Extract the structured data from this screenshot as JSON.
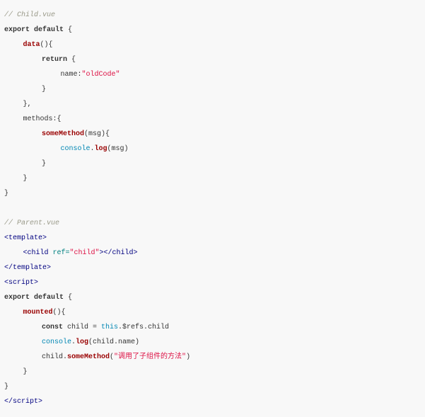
{
  "code": {
    "lines": [
      {
        "indent": 0,
        "tokens": [
          {
            "t": "// Child.vue",
            "c": "cm"
          }
        ]
      },
      {
        "indent": 0,
        "tokens": [
          {
            "t": "export default",
            "c": "kw"
          },
          {
            "t": " {",
            "c": "tx"
          }
        ]
      },
      {
        "indent": 1,
        "tokens": [
          {
            "t": "data",
            "c": "fn"
          },
          {
            "t": "(){",
            "c": "tx"
          }
        ]
      },
      {
        "indent": 2,
        "tokens": [
          {
            "t": "return",
            "c": "kw"
          },
          {
            "t": " {",
            "c": "tx"
          }
        ]
      },
      {
        "indent": 3,
        "tokens": [
          {
            "t": "name:",
            "c": "tx"
          },
          {
            "t": "\"oldCode\"",
            "c": "str"
          }
        ]
      },
      {
        "indent": 2,
        "tokens": [
          {
            "t": "}",
            "c": "tx"
          }
        ]
      },
      {
        "indent": 1,
        "tokens": [
          {
            "t": "},",
            "c": "tx"
          }
        ]
      },
      {
        "indent": 1,
        "tokens": [
          {
            "t": "methods:{",
            "c": "tx"
          }
        ]
      },
      {
        "indent": 2,
        "tokens": [
          {
            "t": "someMethod",
            "c": "fn"
          },
          {
            "t": "(msg){",
            "c": "tx"
          }
        ]
      },
      {
        "indent": 3,
        "tokens": [
          {
            "t": "console",
            "c": "bi"
          },
          {
            "t": ".",
            "c": "tx"
          },
          {
            "t": "log",
            "c": "fn"
          },
          {
            "t": "(msg)",
            "c": "tx"
          }
        ]
      },
      {
        "indent": 2,
        "tokens": [
          {
            "t": "}",
            "c": "tx"
          }
        ]
      },
      {
        "indent": 1,
        "tokens": [
          {
            "t": "}",
            "c": "tx"
          }
        ]
      },
      {
        "indent": 0,
        "tokens": [
          {
            "t": "}",
            "c": "tx"
          }
        ]
      },
      {
        "indent": 0,
        "tokens": []
      },
      {
        "indent": 0,
        "tokens": [
          {
            "t": "// Parent.vue",
            "c": "cm"
          }
        ]
      },
      {
        "indent": 0,
        "tokens": [
          {
            "t": "<template>",
            "c": "tag"
          }
        ]
      },
      {
        "indent": 1,
        "tokens": [
          {
            "t": "<child ",
            "c": "tag"
          },
          {
            "t": "ref=",
            "c": "attr"
          },
          {
            "t": "\"child\"",
            "c": "str"
          },
          {
            "t": "></child>",
            "c": "tag"
          }
        ]
      },
      {
        "indent": 0,
        "tokens": [
          {
            "t": "</template>",
            "c": "tag"
          }
        ]
      },
      {
        "indent": 0,
        "tokens": [
          {
            "t": "<script>",
            "c": "tag"
          }
        ]
      },
      {
        "indent": 0,
        "tokens": [
          {
            "t": "export default",
            "c": "kw"
          },
          {
            "t": " {",
            "c": "tx"
          }
        ]
      },
      {
        "indent": 1,
        "tokens": [
          {
            "t": "mounted",
            "c": "fn"
          },
          {
            "t": "(){",
            "c": "tx"
          }
        ]
      },
      {
        "indent": 2,
        "tokens": [
          {
            "t": "const",
            "c": "kw"
          },
          {
            "t": " child = ",
            "c": "tx"
          },
          {
            "t": "this",
            "c": "bi"
          },
          {
            "t": ".$refs.child",
            "c": "tx"
          }
        ]
      },
      {
        "indent": 2,
        "tokens": [
          {
            "t": "console",
            "c": "bi"
          },
          {
            "t": ".",
            "c": "tx"
          },
          {
            "t": "log",
            "c": "fn"
          },
          {
            "t": "(child.name)",
            "c": "tx"
          }
        ]
      },
      {
        "indent": 2,
        "tokens": [
          {
            "t": "child.",
            "c": "tx"
          },
          {
            "t": "someMethod",
            "c": "fn"
          },
          {
            "t": "(",
            "c": "tx"
          },
          {
            "t": "\"调用了子组件的方法\"",
            "c": "str"
          },
          {
            "t": ")",
            "c": "tx"
          }
        ]
      },
      {
        "indent": 1,
        "tokens": [
          {
            "t": "}",
            "c": "tx"
          }
        ]
      },
      {
        "indent": 0,
        "tokens": [
          {
            "t": "}",
            "c": "tx"
          }
        ]
      },
      {
        "indent": 0,
        "tokens": [
          {
            "t": "</script>",
            "c": "tag"
          }
        ]
      }
    ]
  }
}
